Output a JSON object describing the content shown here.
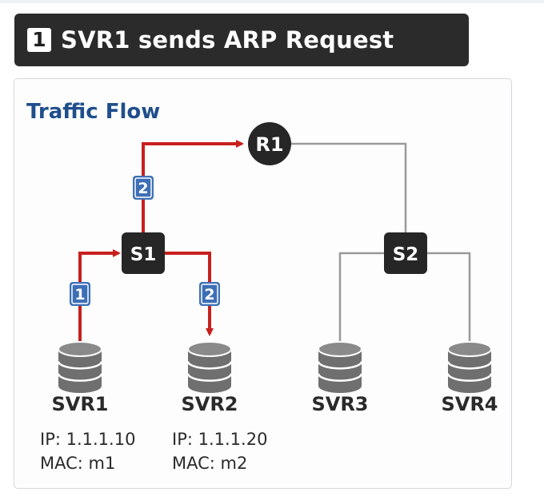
{
  "header": {
    "step_number": "1",
    "title": "SVR1 sends ARP Request"
  },
  "panel": {
    "heading": "Traffic Flow"
  },
  "nodes": {
    "router": "R1",
    "switch1": "S1",
    "switch2": "S2"
  },
  "servers": [
    {
      "name": "SVR1",
      "ip": "IP: 1.1.1.10",
      "mac": "MAC: m1"
    },
    {
      "name": "SVR2",
      "ip": "IP: 1.1.1.20",
      "mac": "MAC: m2"
    },
    {
      "name": "SVR3"
    },
    {
      "name": "SVR4"
    }
  ],
  "flow_steps": {
    "svr1_to_s1": "1",
    "s1_to_r1": "2",
    "s1_to_svr2": "2"
  },
  "colors": {
    "flow_red": "#c8201e",
    "link_gray": "#9a9a9a",
    "step_badge_blue": "#3d6fb6",
    "heading_blue": "#1f4e8c",
    "node_dark": "#262626",
    "server_gray": "#6f6f6f"
  }
}
